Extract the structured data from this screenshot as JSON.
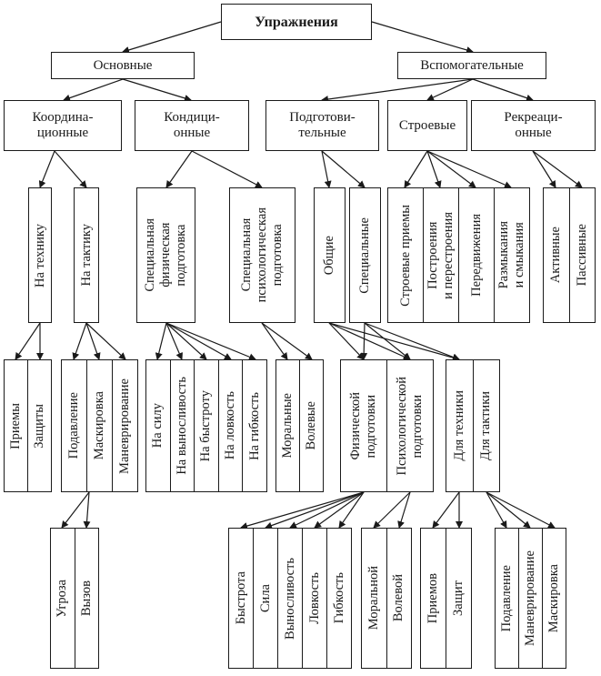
{
  "nodes": {
    "root": "Упражнения",
    "osnovnye": "Основные",
    "vspomogatelnye": "Вспомогательные",
    "koordinacionnye": "Координа-\nционные",
    "kondicionnye": "Кондици-\nонные",
    "podgotovitelnye": "Подготови-\nтельные",
    "stroevye": "Строевые",
    "rekreacionnye": "Рекреаци-\nонные"
  },
  "groups": {
    "g_tech": [
      "На технику"
    ],
    "g_tact": [
      "На тактику"
    ],
    "g_sfp": [
      "Специальная\nфизическая\nподготовка"
    ],
    "g_spp": [
      "Специальная\nпсихологическая\nподготовка"
    ],
    "g_obsh": [
      "Общие"
    ],
    "g_spec": [
      "Специальные"
    ],
    "g_stroi": [
      "Строевые приемы",
      "Построения\nи перестроения",
      "Передвижения",
      "Размыкания\nи смыкания"
    ],
    "g_rekr": [
      "Активные",
      "Пассивные"
    ],
    "g_priem": [
      "Приемы",
      "Защиты"
    ],
    "g_podav": [
      "Подавление",
      "Маскировка",
      "Маневрирование"
    ],
    "g_nasilu": [
      "На силу",
      "На выносливость",
      "На быстроту",
      "На ловкость",
      "На гибкость"
    ],
    "g_moral": [
      "Моральные",
      "Волевые"
    ],
    "g_fizpsy": [
      "Физической\nподготовки",
      "Психологической\nподготовки"
    ],
    "g_dlya": [
      "Для техники",
      "Для тактики"
    ],
    "g_ugroza": [
      "Угроза",
      "Вызов"
    ],
    "g_bystr": [
      "Быстрота",
      "Сила",
      "Выносливость",
      "Ловкость",
      "Гибкость"
    ],
    "g_moralv": [
      "Моральной",
      "Волевой"
    ],
    "g_priemov": [
      "Приемов",
      "Защит"
    ],
    "g_podav2": [
      "Подавление",
      "Маневрирование",
      "Маскировка"
    ]
  }
}
